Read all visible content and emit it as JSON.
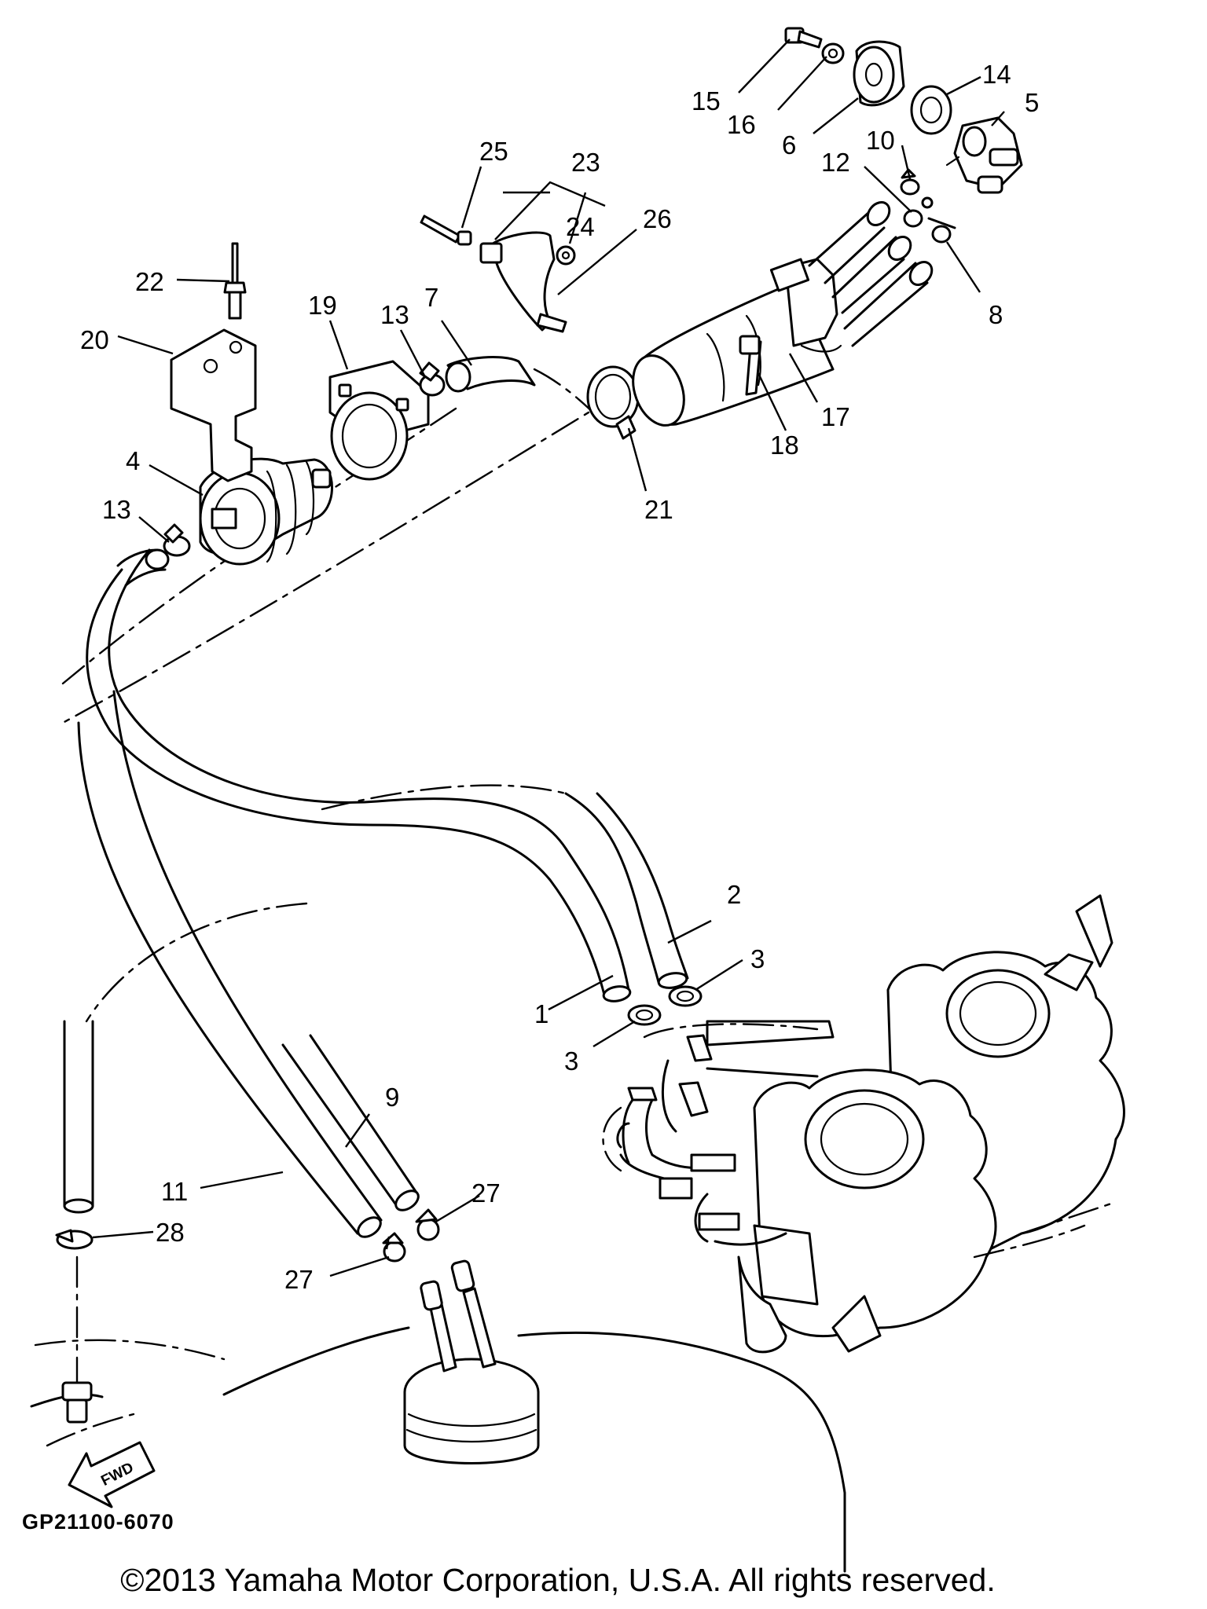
{
  "diagram_code": "GP21100-6070",
  "copyright": "©2013 Yamaha Motor Corporation, U.S.A. All rights reserved.",
  "direction_label": "FWD",
  "callouts": [
    {
      "id": "c1",
      "label": "1"
    },
    {
      "id": "c2",
      "label": "2"
    },
    {
      "id": "c3a",
      "label": "3"
    },
    {
      "id": "c3b",
      "label": "3"
    },
    {
      "id": "c4",
      "label": "4"
    },
    {
      "id": "c5",
      "label": "5"
    },
    {
      "id": "c6",
      "label": "6"
    },
    {
      "id": "c7",
      "label": "7"
    },
    {
      "id": "c8",
      "label": "8"
    },
    {
      "id": "c9",
      "label": "9"
    },
    {
      "id": "c10",
      "label": "10"
    },
    {
      "id": "c11",
      "label": "11"
    },
    {
      "id": "c12",
      "label": "12"
    },
    {
      "id": "c13a",
      "label": "13"
    },
    {
      "id": "c13b",
      "label": "13"
    },
    {
      "id": "c14",
      "label": "14"
    },
    {
      "id": "c15",
      "label": "15"
    },
    {
      "id": "c16",
      "label": "16"
    },
    {
      "id": "c17",
      "label": "17"
    },
    {
      "id": "c18",
      "label": "18"
    },
    {
      "id": "c19",
      "label": "19"
    },
    {
      "id": "c20",
      "label": "20"
    },
    {
      "id": "c21",
      "label": "21"
    },
    {
      "id": "c22",
      "label": "22"
    },
    {
      "id": "c23",
      "label": "23"
    },
    {
      "id": "c24",
      "label": "24"
    },
    {
      "id": "c25",
      "label": "25"
    },
    {
      "id": "c26",
      "label": "26"
    },
    {
      "id": "c27a",
      "label": "27"
    },
    {
      "id": "c27b",
      "label": "27"
    },
    {
      "id": "c28",
      "label": "28"
    }
  ]
}
